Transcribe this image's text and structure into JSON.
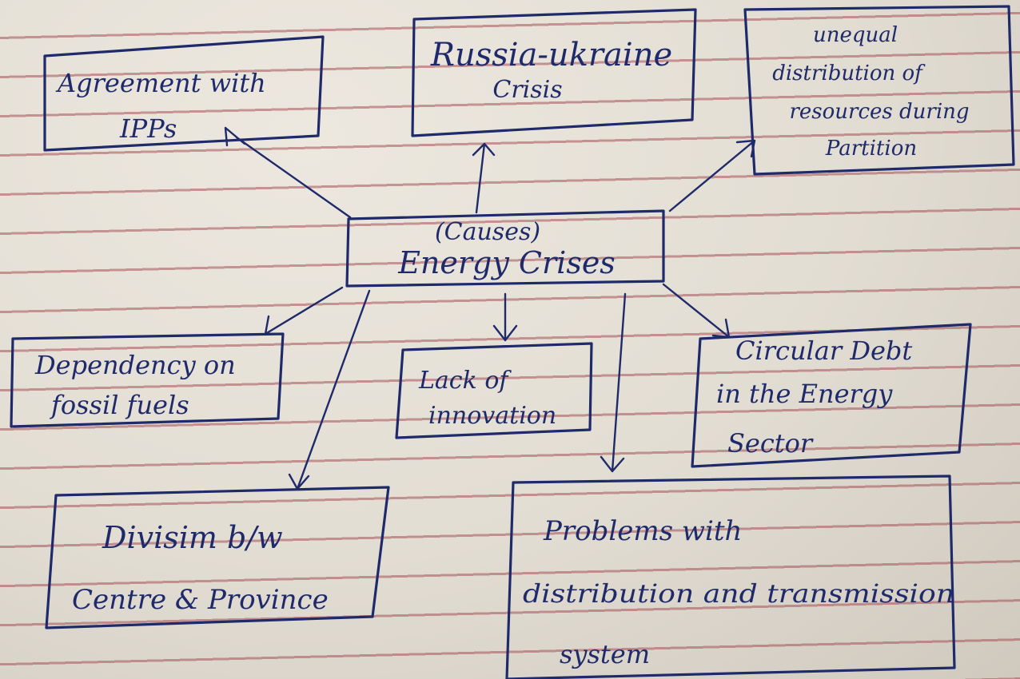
{
  "diagram": {
    "center": {
      "note": "(Causes)",
      "title": "Energy Crises"
    },
    "causes": {
      "ipps": {
        "line1": "Agreement with",
        "line2": "IPPs"
      },
      "russia": {
        "line1": "Russia-ukraine",
        "line2": "Crisis"
      },
      "partition": {
        "line1": "unequal",
        "line2": "distribution of",
        "line3": "resources during",
        "line4": "Partition"
      },
      "fossil": {
        "line1": "Dependency on",
        "line2": "fossil fuels"
      },
      "innovation": {
        "line1": "Lack of",
        "line2": "innovation"
      },
      "debt": {
        "line1": "Circular Debt",
        "line2": "in the Energy",
        "line3": "Sector"
      },
      "division": {
        "line1": "Divisim b/w",
        "line2": "Centre & Province"
      },
      "transmission": {
        "line1": "Problems with",
        "line2": "distribution and transmission",
        "line3": "system"
      }
    }
  }
}
